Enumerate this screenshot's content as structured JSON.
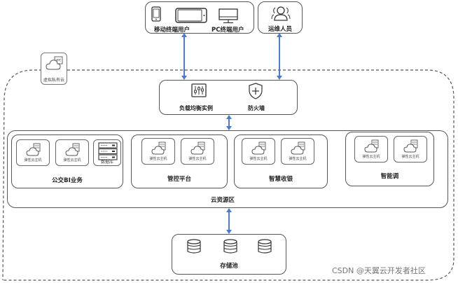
{
  "users": {
    "mobile_label": "移动终端用户",
    "pc_label": "PC终端用户",
    "ops_label": "运维人员"
  },
  "vpc": {
    "label": "虚拟私有云"
  },
  "gateway": {
    "lb_label": "负载均衡实例",
    "firewall_label": "防火墙"
  },
  "resource_zone": {
    "label": "云资源区",
    "groups": [
      {
        "label": "公交BI业务",
        "vms": [
          "弹性云主机",
          "弹性云主机"
        ],
        "db_label": "数据库"
      },
      {
        "label": "管控平台",
        "vms": [
          "弹性云主机",
          "弹性云主机"
        ]
      },
      {
        "label": "智慧收银",
        "vms": [
          "弹性云主机",
          "弹性云主机"
        ]
      },
      {
        "label": "智能调",
        "vms": [
          "弹性云主机",
          "弹性云主机"
        ]
      }
    ]
  },
  "storage": {
    "label": "存储池"
  },
  "watermark": "CSDN @天翼云开发者社区",
  "colors": {
    "arrow": "#4a7bd0",
    "border": "#555555"
  }
}
